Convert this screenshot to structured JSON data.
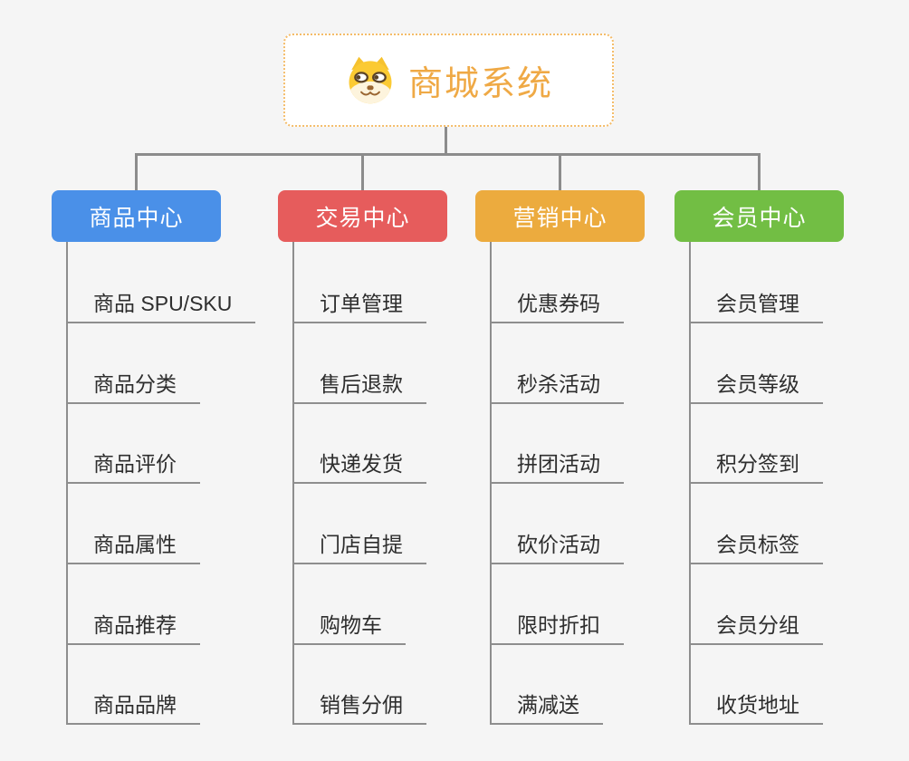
{
  "page": {
    "background_color": "#f5f5f5",
    "connector_color": "#8c8c8c",
    "underline_color": "#8e8e8e",
    "child_text_color": "#2e2e2e"
  },
  "root": {
    "title": "商城系统",
    "icon": "shiba-dog-icon",
    "text_color": "#efa945",
    "border_color": "#f4bc69",
    "background_color": "#ffffff"
  },
  "branches": [
    {
      "key": "product-center",
      "label": "商品中心",
      "color": "#4a90e8",
      "children": [
        "商品 SPU/SKU",
        "商品分类",
        "商品评价",
        "商品属性",
        "商品推荐",
        "商品品牌"
      ]
    },
    {
      "key": "trade-center",
      "label": "交易中心",
      "color": "#e65c5c",
      "children": [
        "订单管理",
        "售后退款",
        "快递发货",
        "门店自提",
        "购物车",
        "销售分佣"
      ]
    },
    {
      "key": "marketing-center",
      "label": "营销中心",
      "color": "#ecab3e",
      "children": [
        "优惠券码",
        "秒杀活动",
        "拼团活动",
        "砍价活动",
        "限时折扣",
        "满减送"
      ]
    },
    {
      "key": "member-center",
      "label": "会员中心",
      "color": "#72be44",
      "children": [
        "会员管理",
        "会员等级",
        "积分签到",
        "会员标签",
        "会员分组",
        "收货地址"
      ]
    }
  ]
}
